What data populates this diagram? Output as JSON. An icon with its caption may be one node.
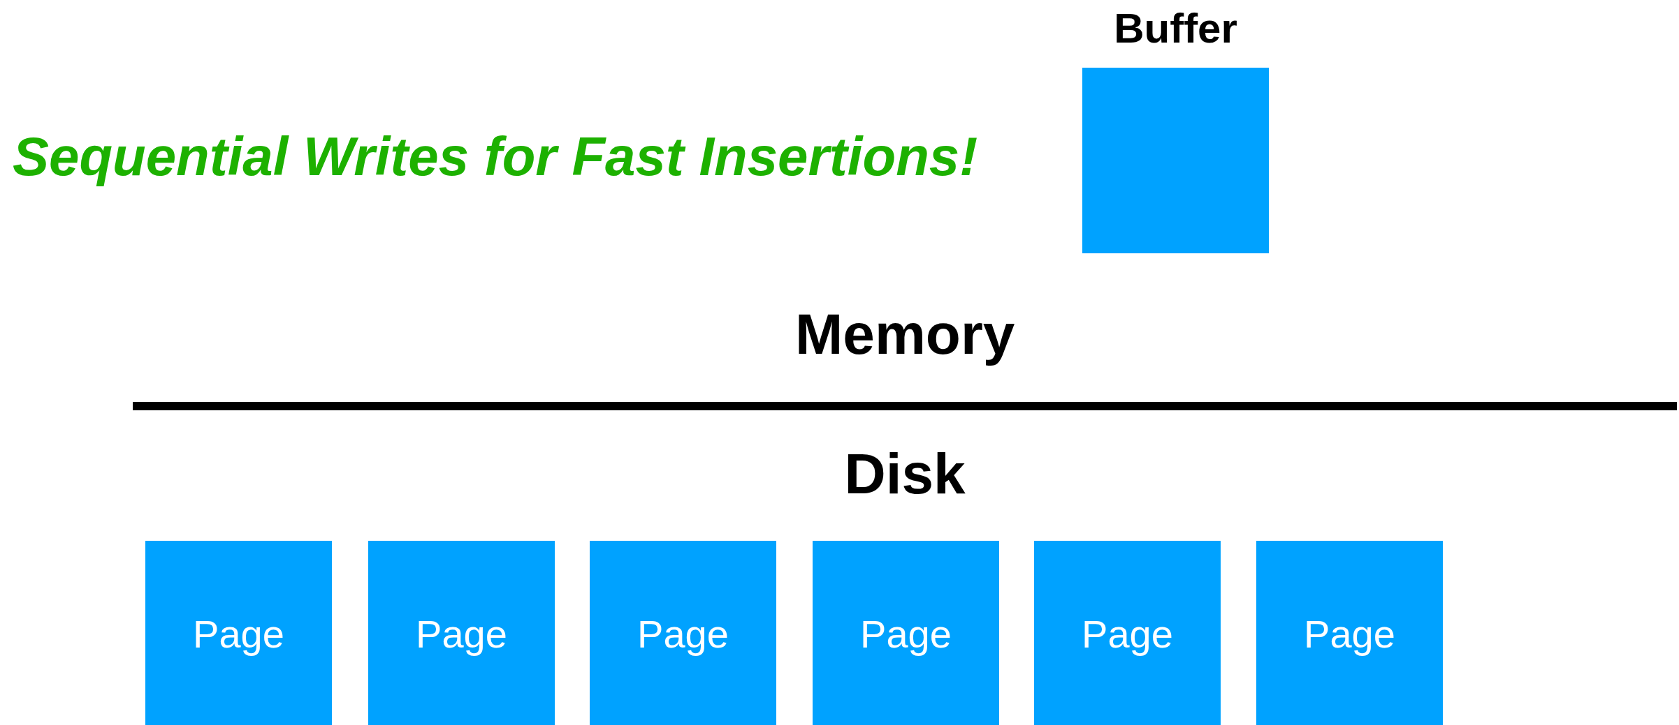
{
  "diagram": {
    "nodes": [
      {
        "text": [
          "Buffer"
        ]
      },
      {
        "text": [
          "Page"
        ]
      },
      {
        "text": [
          "Page"
        ]
      },
      {
        "text": [
          "Page"
        ]
      },
      {
        "text": [
          "Page"
        ]
      },
      {
        "text": [
          "Page"
        ]
      },
      {
        "text": [
          "Page"
        ]
      }
    ],
    "labels": [
      "Sequential Writes for Fast Insertions!",
      "Memory",
      "Disk"
    ]
  }
}
